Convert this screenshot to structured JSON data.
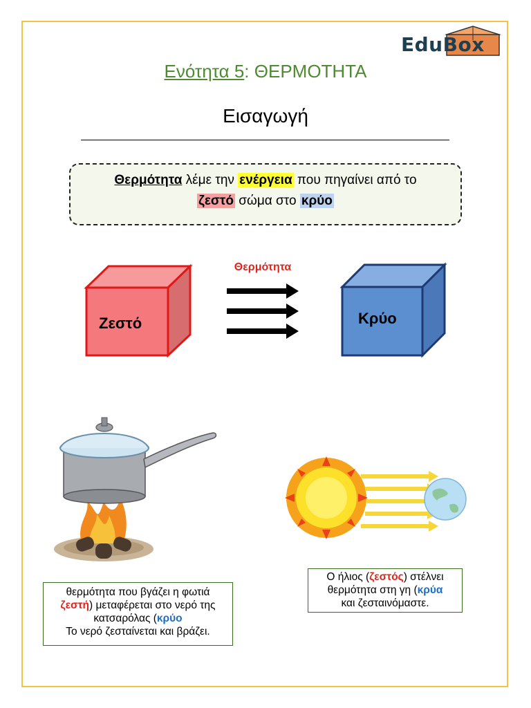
{
  "logo": {
    "text_part1": "Edu",
    "text_part2": "Box"
  },
  "header": {
    "unit_label": "Ενότητα 5",
    "unit_sep": ":",
    "topic": "ΘΕΡΜΟΤΗΤΑ",
    "subtitle": "Εισαγωγή"
  },
  "definition": {
    "w1": "Θερμότητα",
    "w2": " λέμε την ",
    "w3": "ενέργεια",
    "w4": " που πηγαίνει από το",
    "w5": "ζεστό",
    "w6": " σώμα στο ",
    "w7": "κρύο"
  },
  "diagram": {
    "hot_label": "Ζεστό",
    "cold_label": "Κρύο",
    "flow_label": "Θερμότητα"
  },
  "caption_left": {
    "l1": "θερμότητα που βγάζει η φωτιά",
    "l2a": "ζεστή",
    "l2b": ") μεταφέρεται στο νερό της",
    "l3a": "κατσαρόλας (",
    "l3b": "κρύο",
    "l4": "Το νερό ζεσταίνεται και βράζει."
  },
  "caption_right": {
    "l1a": "Ο ήλιος (",
    "l1b": "ζεστός",
    "l1c": ") στέλνει",
    "l2a": "θερμότητα στη γη (",
    "l2b": "κρύα",
    "l3": "και ζεσταινόμαστε."
  },
  "colors": {
    "title_green": "#4f8a32",
    "hot_red": "#f4787c",
    "cold_blue": "#5b8fd0",
    "border_yellow": "#f5c242",
    "accent_red": "#e2231a",
    "accent_blue": "#1f6fc4"
  }
}
